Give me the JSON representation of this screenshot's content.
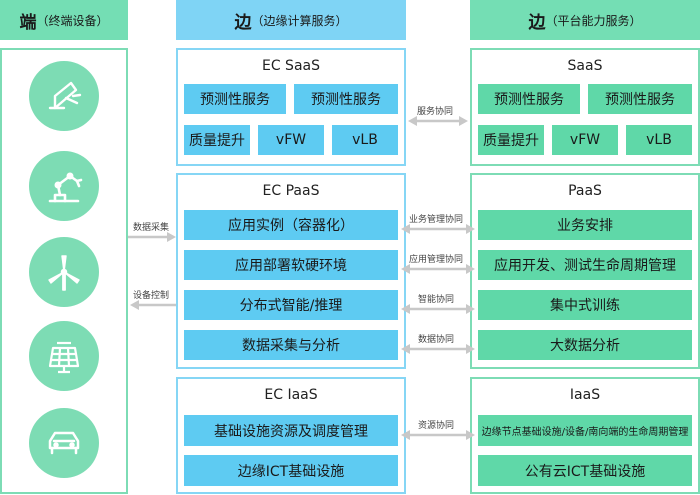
{
  "headers": {
    "end": {
      "main": "端",
      "sub": "（终端设备）"
    },
    "edge": {
      "main": "边",
      "sub": "（边缘计算服务）"
    },
    "platform": {
      "main": "边",
      "sub": "（平台能力服务）"
    }
  },
  "left_labels": {
    "data_collect": "数据采集",
    "device_control": "设备控制"
  },
  "devices": [
    "satellite-dish-icon",
    "robot-arm-icon",
    "wind-turbine-icon",
    "solar-panel-icon",
    "car-icon"
  ],
  "edge": {
    "saas": {
      "title": "EC SaaS",
      "items": [
        "预测性服务",
        "预测性服务",
        "质量提升",
        "vFW",
        "vLB"
      ]
    },
    "paas": {
      "title": "EC PaaS",
      "items": [
        "应用实例（容器化）",
        "应用部署软硬环境",
        "分布式智能/推理",
        "数据采集与分析"
      ]
    },
    "iaas": {
      "title": "EC IaaS",
      "items": [
        "基础设施资源及调度管理",
        "边缘ICT基础设施"
      ]
    }
  },
  "platform": {
    "saas": {
      "title": "SaaS",
      "items": [
        "预测性服务",
        "预测性服务",
        "质量提升",
        "vFW",
        "vLB"
      ]
    },
    "paas": {
      "title": "PaaS",
      "items": [
        "业务安排",
        "应用开发、测试生命周期管理",
        "集中式训练",
        "大数据分析"
      ]
    },
    "iaas": {
      "title": "IaaS",
      "items": [
        "边缘节点基础设施/设备/南向端的生命周期管理",
        "公有云ICT基础设施"
      ]
    }
  },
  "links": {
    "service": "服务协同",
    "biz_mgmt": "业务管理协同",
    "app_mgmt": "应用管理协同",
    "intel": "智能协同",
    "data": "数据协同",
    "resource": "资源协同"
  },
  "colors": {
    "blue_header": "#7fd4f5",
    "green_header": "#74deb4",
    "blue_box": "#5ecbf2",
    "green_box": "#5fd8a8",
    "arrow": "#c8c8c8"
  }
}
